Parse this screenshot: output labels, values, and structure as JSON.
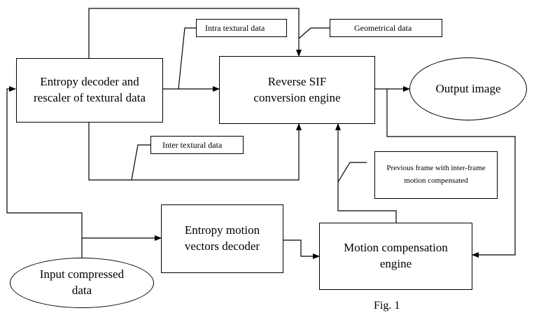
{
  "nodes": {
    "entropy_decoder": "Entropy decoder and rescaler of textural data",
    "reverse_sif": "Reverse SIF conversion engine",
    "output_image": "Output image",
    "entropy_motion": "Entropy motion vectors decoder",
    "motion_comp": "Motion compensation engine",
    "input_compressed": "Input compressed data"
  },
  "labels": {
    "intra": "Intra textural data",
    "geometrical": "Geometrical data",
    "inter": "Inter textural data",
    "previous_frame": "Previous frame with inter-frame motion compensated"
  },
  "caption": "Fig. 1"
}
